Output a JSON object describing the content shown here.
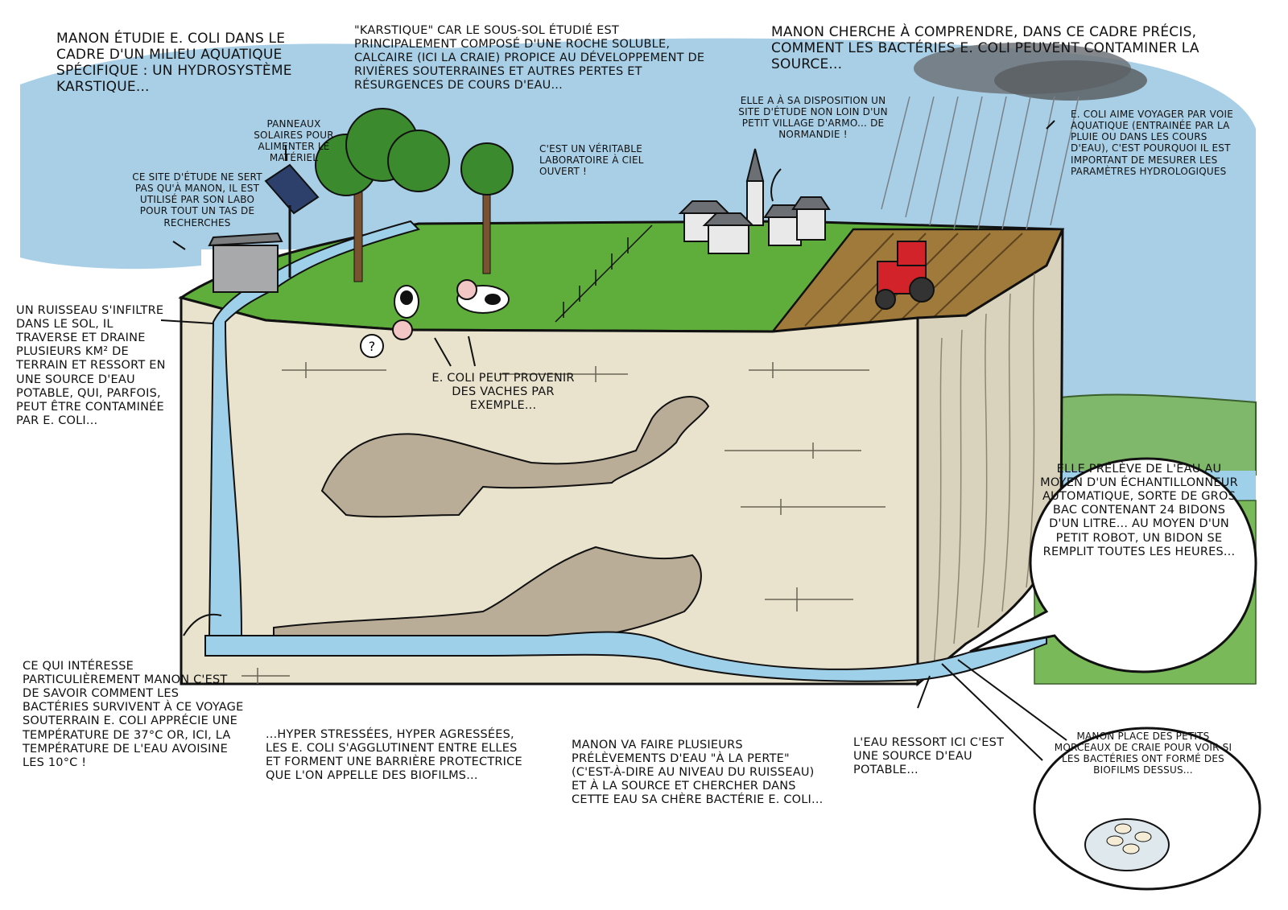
{
  "notes": {
    "intro": "MANON ÉTUDIE E. coli DANS LE CADRE D'UN MILIEU AQUATIQUE SPÉCIFIQUE : UN HYDROSYSTÈME KARSTIQUE...",
    "karstique": "\"KARSTIQUE\" CAR LE SOUS-SOL ÉTUDIÉ EST PRINCIPALEMENT COMPOSÉ D'UNE ROCHE SOLUBLE, CALCAIRE (ICI LA CRAIE) PROPICE AU DÉVELOPPEMENT DE RIVIÈRES SOUTERRAINES ET AUTRES PERTES ET RÉSURGENCES DE COURS D'EAU...",
    "goal": "MANON CHERCHE À COMPRENDRE, DANS CE CADRE PRÉCIS, COMMENT LES BACTÉRIES E. coli PEUVENT CONTAMINER LA SOURCE...",
    "solar": "PANNEAUX SOLAIRES POUR ALIMENTER LE MATÉRIEL",
    "site": "CE SITE D'ÉTUDE NE SERT PAS QU'À MANON, IL EST UTILISÉ PAR SON LABO POUR TOUT UN TAS DE RECHERCHES",
    "lab": "C'EST UN VÉRITABLE LABORATOIRE À CIEL OUVERT !",
    "village": "ELLE A À SA DISPOSITION UN SITE D'ÉTUDE NON LOIN D'UN PETIT VILLAGE D'ARMO... DE NORMANDIE !",
    "rain": "E. coli AIME VOYAGER PAR VOIE AQUATIQUE (ENTRAINÉE PAR LA PLUIE OU DANS LES COURS D'EAU), C'EST POURQUOI IL EST IMPORTANT DE MESURER LES PARAMÈTRES HYDROLOGIQUES",
    "stream": "UN RUISSEAU S'INFILTRE DANS LE SOL, IL TRAVERSE ET DRAINE PLUSIEURS KM² DE TERRAIN ET RESSORT EN UNE SOURCE D'EAU POTABLE, QUI, PARFOIS, PEUT ÊTRE CONTAMINÉE PAR E. coli...",
    "cows": "E. coli PEUT PROVENIR DES VACHES PAR EXEMPLE...",
    "sampler": "ELLE PRÉLÈVE DE L'EAU AU MOYEN D'UN ÉCHANTILLONNEUR AUTOMATIQUE, SORTE DE GROS BAC CONTENANT 24 BIDONS D'UN LITRE... AU MOYEN D'UN PETIT ROBOT, UN BIDON SE REMPLIT TOUTES LES HEURES...",
    "survive": "CE QUI INTÉRESSE PARTICULIÈREMENT MANON C'EST DE SAVOIR COMMENT LES BACTÉRIES SURVIVENT À CE VOYAGE SOUTERRAIN E. coli APPRÉCIE UNE TEMPÉRATURE DE 37°C OR, ICI, LA TEMPÉRATURE DE L'EAU AVOISINE LES 10°C !",
    "biofilms": "...HYPER STRESSÉES, HYPER AGRESSÉES, LES E. coli S'AGGLUTINENT ENTRE ELLES ET FORMENT UNE BARRIÈRE PROTECTRICE QUE L'ON APPELLE DES BIOFILMS...",
    "samples": "MANON VA FAIRE PLUSIEURS PRÉLÈVEMENTS D'EAU \"À LA PERTE\" (C'EST-À-DIRE AU NIVEAU DU RUISSEAU) ET À LA SOURCE ET CHERCHER DANS CETTE EAU SA CHÈRE BACTÉRIE E. coli...",
    "spring": "L'EAU RESSORT ICI C'EST UNE SOURCE D'EAU POTABLE...",
    "chalk": "MANON PLACE DES PETITS MORCEAUX DE CRAIE POUR VOIR SI LES BACTÉRIES ONT FORMÉ DES BIOFILMS DESSUS...",
    "cow_question": "?"
  },
  "colors": {
    "sky": "#a9cfe6",
    "grass": "#5fae3c",
    "chalk": "#e9e2cc",
    "cave": "#b9ad98",
    "water": "#9fd0ea",
    "field": "#a07a3a",
    "tractor": "#d2232a"
  }
}
